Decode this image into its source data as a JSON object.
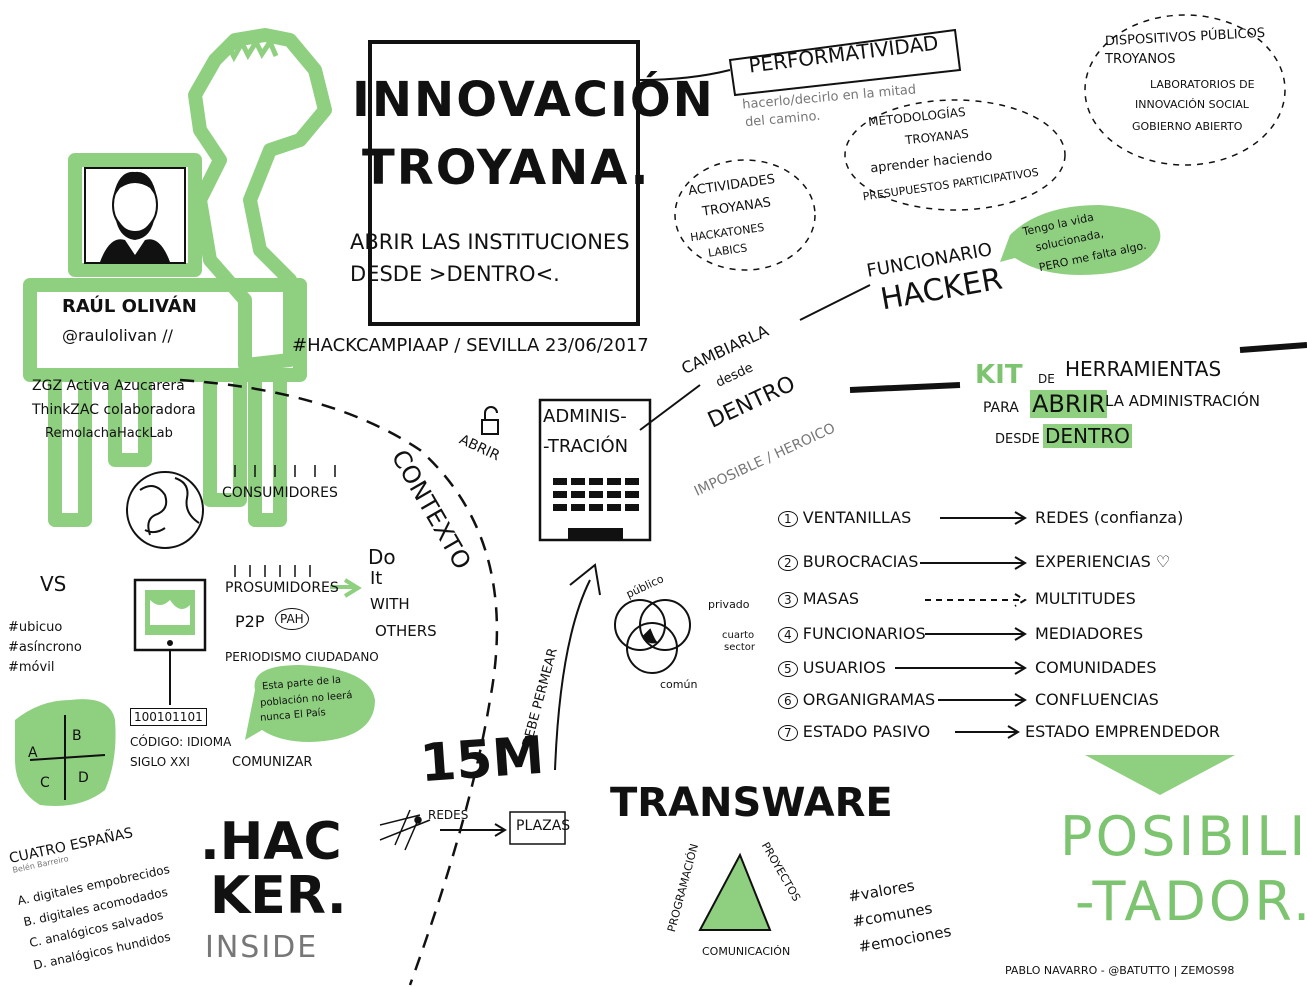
{
  "title": {
    "line1": "INNOVACIÓN",
    "line2": "TROYANA.",
    "sub1": "ABRIR LAS INSTITUCIONES",
    "sub2": "DESDE >DENTRO<."
  },
  "event": "#HACKCAMPIAAP / SEVILLA 23/06/2017",
  "author": {
    "name": "RAÚL OLIVÁN",
    "handle": "@raulolivan //",
    "orgs": [
      "ZGZ Activa Azucarera",
      "ThinkZAC colaboradora",
      "RemolachaHackLab"
    ]
  },
  "performatividad": {
    "label": "PERFORMATIVIDAD",
    "note1": "hacerlo/decirlo en la mitad",
    "note2": "del camino."
  },
  "dispositivos": {
    "l1": "DISPOSITIVOS PÚBLICOS",
    "l2": "TROYANOS",
    "l3": "LABORATORIOS DE",
    "l4": "INNOVACIÓN SOCIAL",
    "l5": "GOBIERNO ABIERTO"
  },
  "metodologias": {
    "l1": "METODOLOGÍAS",
    "l2": "TROYANAS",
    "l3": "aprender haciendo",
    "l4": "PRESUPUESTOS PARTICIPATIVOS"
  },
  "actividades": {
    "l1": "ACTIVIDADES",
    "l2": "TROYANAS",
    "l3": "HACKATONES",
    "l4": "LABICS"
  },
  "funcionario": {
    "l1": "FUNCIONARIO",
    "l2": "HACKER",
    "bubble1": "Tengo la vida",
    "bubble2": "solucionada,",
    "bubble3": "PERO me falta algo."
  },
  "cambiarla": {
    "l1": "CAMBIARLA",
    "l2": "desde",
    "l3": "DENTRO",
    "l4": "IMPOSIBLE / HEROICO"
  },
  "kit": {
    "kit": "KIT",
    "de": "DE",
    "herr": "HERRAMIENTAS",
    "para": "PARA",
    "abrir": "ABRIR",
    "la_admin": "LA ADMINISTRACIÓN",
    "desde": "DESDE",
    "dentro": "DENTRO"
  },
  "admin": {
    "l1": "ADMINIS-",
    "l2": "-TRACIÓN",
    "abrir": "ABRIR"
  },
  "contexto": "CONTEXTO",
  "consumidores": "CONSUMIDORES",
  "prosumidores": "PROSUMIDORES",
  "vs": "VS",
  "tags": [
    "#ubicuo",
    "#asíncrono",
    "#móvil"
  ],
  "dowith": {
    "do": "Do",
    "it": "It",
    "with": "WITH",
    "others": "OTHERS"
  },
  "p2p": "P2P",
  "pah": "PAH",
  "periodismo": "PERIODISMO CIUDADANO",
  "bubble_pais": {
    "l1": "Esta parte de la",
    "l2": "población no leerá",
    "l3": "nunca El País"
  },
  "binary": "100101101",
  "codigo": "CÓDIGO: IDIOMA",
  "siglo": "SIGLO XXI",
  "comunizar": "COMUNIZAR",
  "cuatro": {
    "title": "CUATRO ESPAÑAS",
    "credit": "Belén Barreiro",
    "a": "A. digitales empobrecidos",
    "b": "B. digitales acomodados",
    "c": "C. analógicos salvados",
    "d": "D. analógicos hundidos"
  },
  "quad": [
    "A",
    "B",
    "C",
    "D"
  ],
  "hacker": {
    "l1": ".HAC",
    "l2": "KER.",
    "l3": "INSIDE"
  },
  "m15": {
    "label": "15M",
    "redes": "REDES",
    "plazas": "PLAZAS",
    "permear": "DEBE PERMEAR"
  },
  "venn": {
    "publico": "público",
    "privado": "privado",
    "cuarto1": "cuarto",
    "cuarto2": "sector",
    "comun": "común"
  },
  "list": [
    {
      "n": "1",
      "from": "VENTANILLAS",
      "to": "REDES (confianza)"
    },
    {
      "n": "2",
      "from": "BUROCRACIAS",
      "to": "EXPERIENCIAS ♡"
    },
    {
      "n": "3",
      "from": "MASAS",
      "to": "MULTITUDES"
    },
    {
      "n": "4",
      "from": "FUNCIONARIOS",
      "to": "MEDIADORES"
    },
    {
      "n": "5",
      "from": "USUARIOS",
      "to": "COMUNIDADES"
    },
    {
      "n": "6",
      "from": "ORGANIGRAMAS",
      "to": "CONFLUENCIAS"
    },
    {
      "n": "7",
      "from": "ESTADO PASIVO",
      "to": "ESTADO EMPRENDEDOR"
    }
  ],
  "posibilitador": {
    "l1": "POSIBILI-",
    "l2": "-TADOR."
  },
  "transware": {
    "title": "TRANSWARE",
    "prog": "PROGRAMACIÓN",
    "proy": "PROYECTOS",
    "com": "COMUNICACIÓN",
    "t1": "#valores",
    "t2": "#comunes",
    "t3": "#emociones"
  },
  "credit": "PABLO NAVARRO - @BATUTTO | ZEMOS98",
  "colors": {
    "green": "#8fd080",
    "ink": "#111111",
    "grey": "#777777"
  }
}
